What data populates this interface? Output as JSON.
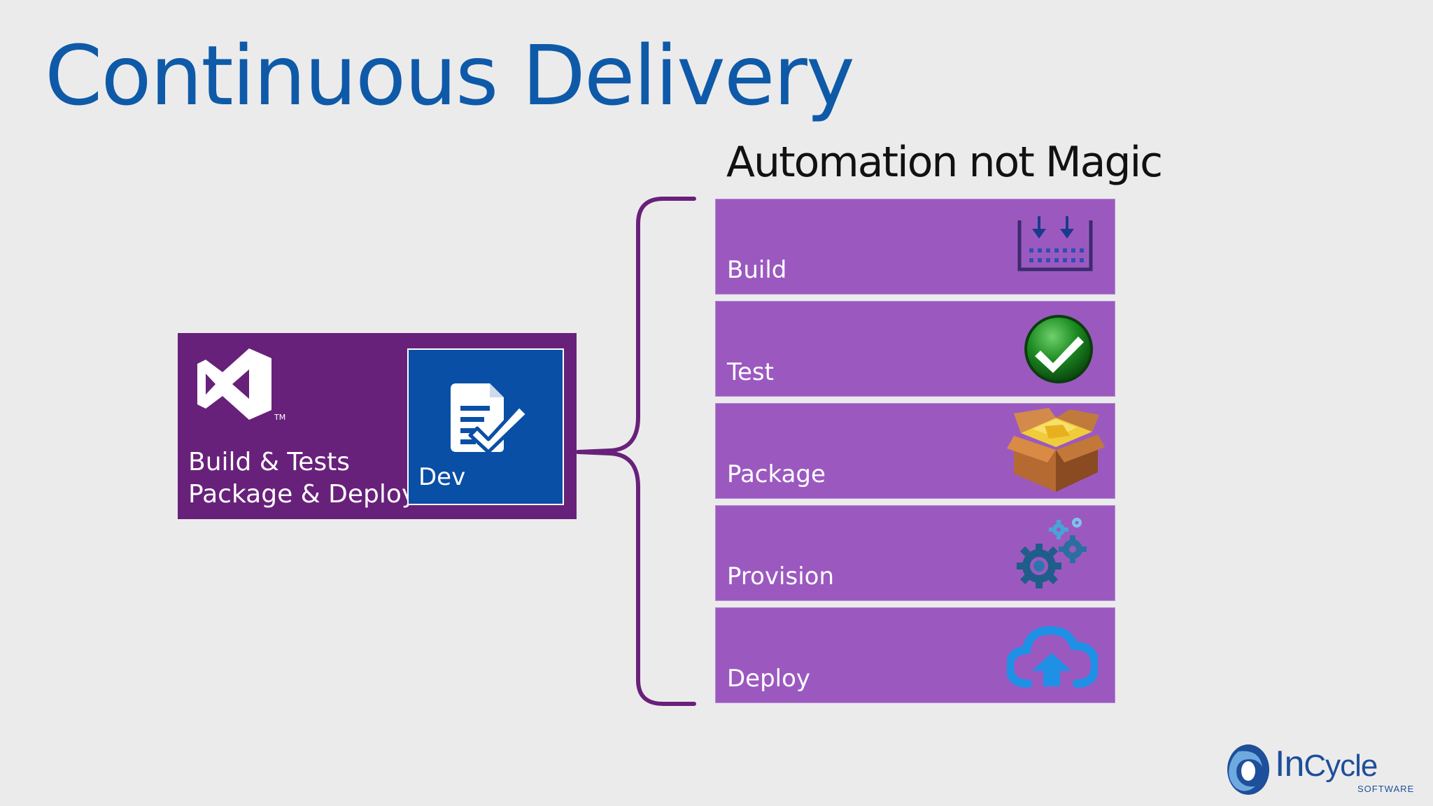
{
  "slide": {
    "title": "Continuous Delivery",
    "subtitle": "Automation not Magic"
  },
  "vs_tile": {
    "tm": "TM",
    "caption_line1": "Build & Tests",
    "caption_line2": "Package & Deploy",
    "color": "#68217a"
  },
  "dev_tile": {
    "label": "Dev",
    "color": "#0a4fa6"
  },
  "steps": [
    {
      "label": "Build",
      "icon": "build-icon"
    },
    {
      "label": "Test",
      "icon": "checkmark-icon"
    },
    {
      "label": "Package",
      "icon": "package-icon"
    },
    {
      "label": "Provision",
      "icon": "gears-icon"
    },
    {
      "label": "Deploy",
      "icon": "cloud-upload-icon"
    }
  ],
  "step_color": "#9b59c0",
  "logo": {
    "word_in": "In",
    "word_cycle": "Cycle",
    "sub": "SOFTWARE"
  }
}
